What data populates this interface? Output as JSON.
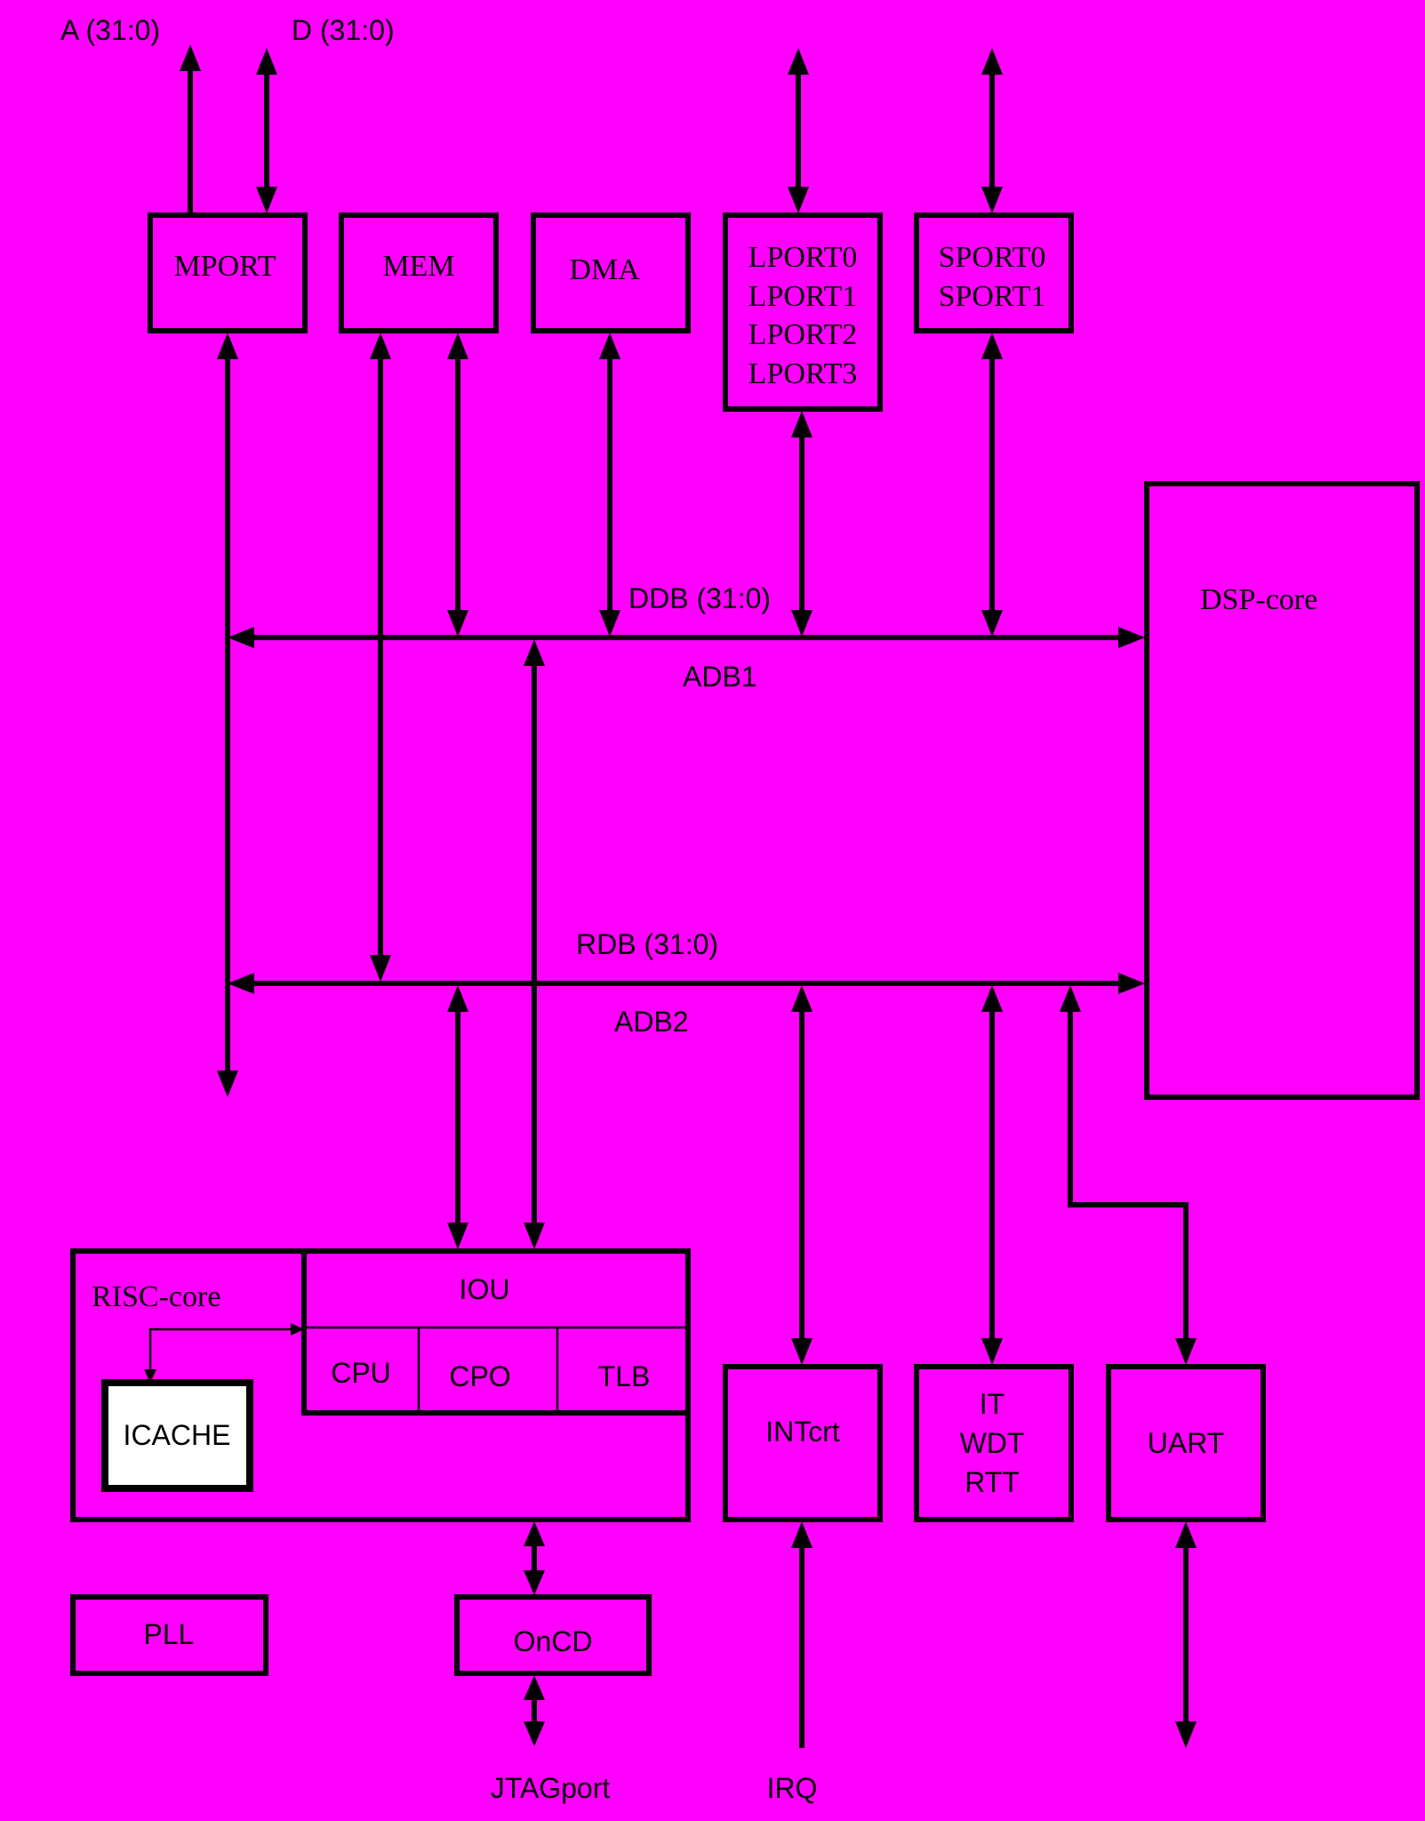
{
  "diagram": {
    "labels": {
      "a_bus": "A (31:0)",
      "d_bus": "D (31:0)",
      "ddb": "DDB (31:0)",
      "adb1": "ADB1",
      "rdb": "RDB (31:0)",
      "adb2": "ADB2",
      "jtag": "JTAGport",
      "irq": "IRQ"
    },
    "blocks": {
      "mport": "MPORT",
      "mem": "MEM",
      "dma": "DMA",
      "lport": [
        "LPORT0",
        "LPORT1",
        "LPORT2",
        "LPORT3"
      ],
      "sport": [
        "SPORT0",
        "SPORT1"
      ],
      "dsp": "DSP-core",
      "risc": "RISC-core",
      "icache": "ICACHE",
      "iou": "IOU",
      "cpu": "CPU",
      "cpo": "CPO",
      "tlb": "TLB",
      "intcrt": "INTcrt",
      "timers": [
        "IT",
        "WDT",
        "RTT"
      ],
      "uart": "UART",
      "pll": "PLL",
      "oncd": "OnCD"
    }
  }
}
